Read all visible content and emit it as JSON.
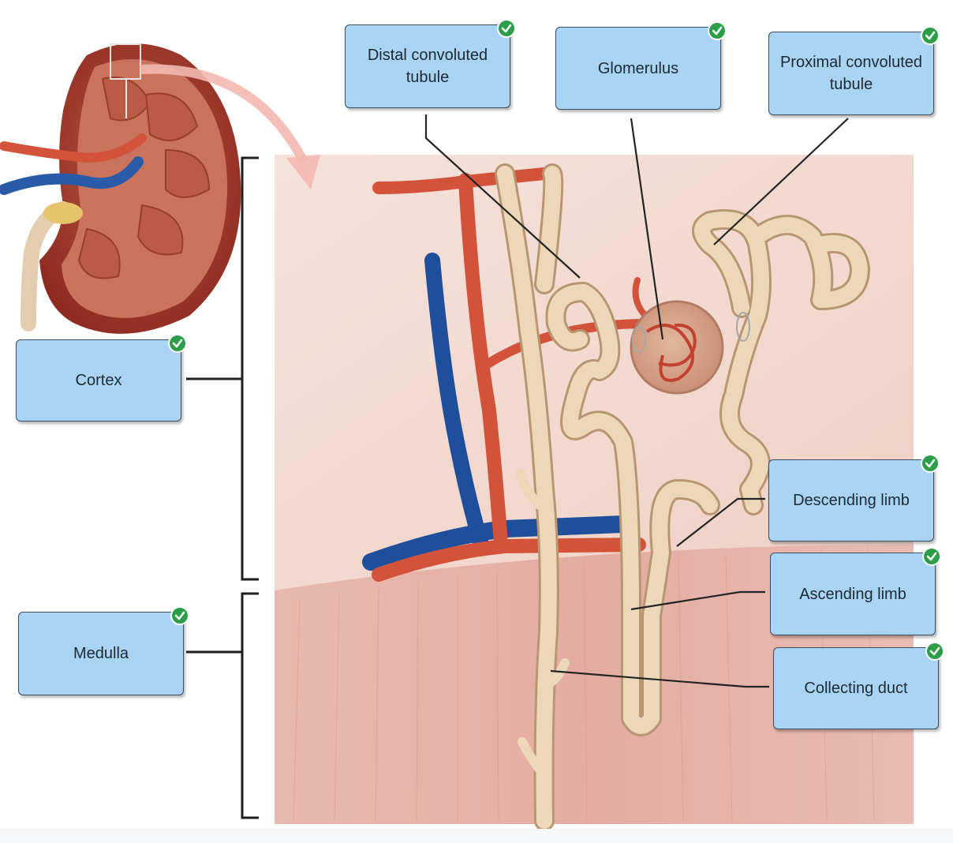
{
  "labels": {
    "distal": "Distal convoluted tubule",
    "glomerulus": "Glomerulus",
    "proximal": "Proximal convoluted tubule",
    "cortex": "Cortex",
    "medulla": "Medulla",
    "descending": "Descending limb",
    "ascending": "Ascending limb",
    "collecting": "Collecting duct"
  },
  "status": {
    "all_correct": true,
    "check_color": "#2e9d49"
  },
  "colors": {
    "label_fill": "#a9d4f3",
    "label_border": "#3a4f63",
    "cortex_bg": "#f2d9cf",
    "medulla_bg": "#e7b3a9",
    "tubule": "#e9d3b1",
    "artery": "#d3533a",
    "vein": "#1f4f9a"
  },
  "icons": {
    "check": "check-circle-icon",
    "zoom_arrow": "curved-arrow-icon"
  }
}
